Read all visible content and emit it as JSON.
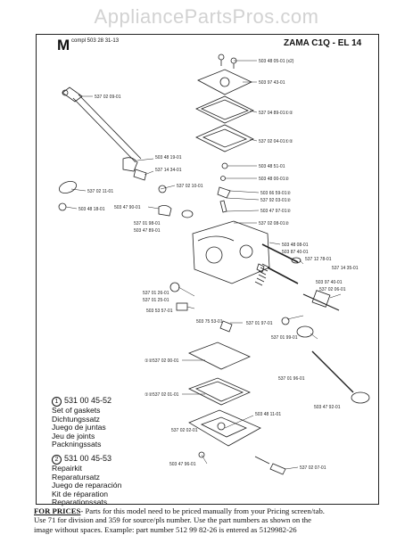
{
  "watermark": "AppliancePartsPros.com",
  "header": {
    "section_letter": "M",
    "compl_text": "compl 503 28 31-13",
    "model": "ZAMA C1Q - EL 14"
  },
  "parts": {
    "p1": "503 48 05-01 (x2)",
    "p2": "503 97 43-01",
    "p3": "537 04 89-01①②",
    "p4": "537 02 04-01①②",
    "p5": "503 48 51-01",
    "p6": "503 48 00-01②",
    "p7": "503 66 59-01②",
    "p8": "537 92 03-01②",
    "p9": "503 47 97-01②",
    "p10": "537 02 09-01",
    "p11": "503 48 19-01",
    "p12": "537 14 34-01",
    "p13": "537 02 10-01",
    "p14": "537 02 11-01",
    "p15": "503 48 18-01",
    "p16": "503 47 90-01",
    "p17": "537 01 98-01",
    "p18": "503 47 89-01",
    "p19": "537 02 08-01②",
    "p20": "503 48 08-01",
    "p21": "503 87 40-01",
    "p22": "537 12 78-01",
    "p23": "537 14 35-01",
    "p24": "503 97 40-01",
    "p25": "537 02 06-01",
    "p26": "537 01 26-01",
    "p27": "537 01 25-01",
    "p28": "503 53 57-01",
    "p29": "503 75 53-01",
    "p30": "537 01 97-01",
    "p31": "537 01 99-01",
    "p32": "537 01 96-01",
    "p33": "503 47 92-01",
    "p34": "①②537 02 00-01",
    "p35": "①②537 02 01-01",
    "p36": "503 48 11-01",
    "p37": "537 02 02-01",
    "p38": "503 47 96-01",
    "p39": "537 02 07-01"
  },
  "legend": {
    "kit1_number": "531 00 45-52",
    "kit1_names": [
      "Set of gaskets",
      "Dichtungssatz",
      "Juego de juntas",
      "Jeu de joints",
      "Packningssats"
    ],
    "kit2_number": "531 00 45-53",
    "kit2_names": [
      "Repairkit",
      "Reparatursatz",
      "Juego de reparación",
      "Kit de réparation",
      "Reparationssats"
    ],
    "circle1": "1",
    "circle2": "2"
  },
  "footer": {
    "lead": "FOR PRICES",
    "line1": "- Parts for this model need to be priced manually from your Pricing screen/tab.",
    "line2": "Use 71 for division and 359 for source/pls number.  Use the part numbers as shown on the",
    "line3": "image without spaces. Example: part number 512 99 82-26 is entered as 5129982-26"
  }
}
